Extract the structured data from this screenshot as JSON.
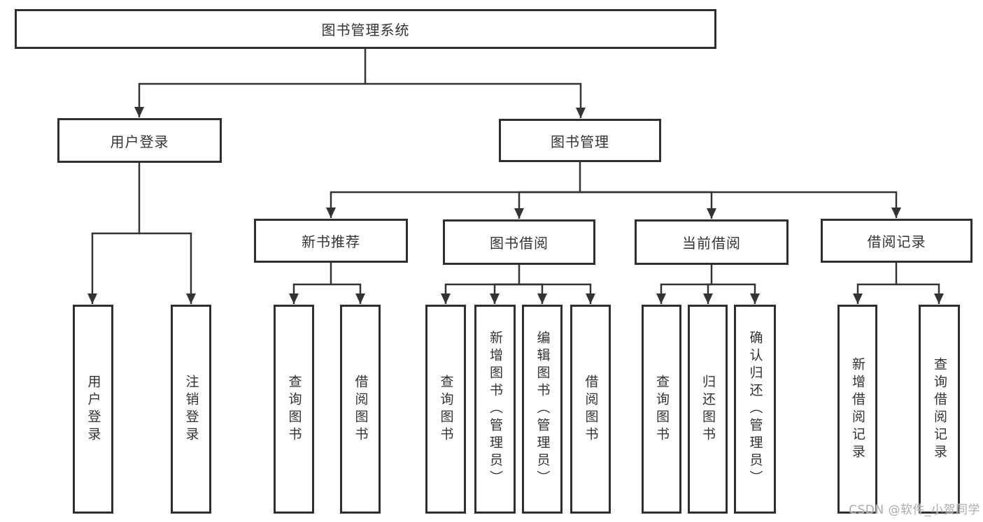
{
  "tree": {
    "root": {
      "label": "图书管理系统"
    },
    "user_login": {
      "label": "用户登录",
      "children": [
        "用户登录",
        "注销登录"
      ]
    },
    "book_mgmt": {
      "label": "图书管理",
      "new_books": {
        "label": "新书推荐",
        "children": [
          "查询图书",
          "借阅图书"
        ]
      },
      "borrowing": {
        "label": "图书借阅",
        "children": [
          "查询图书",
          "新增图书（管理员）",
          "编辑图书（管理员）",
          "借阅图书"
        ]
      },
      "current": {
        "label": "当前借阅",
        "children": [
          "查询图书",
          "归还图书",
          "确认归还（管理员）"
        ]
      },
      "records": {
        "label": "借阅记录",
        "children": [
          "新增借阅记录",
          "查询借阅记录"
        ]
      }
    }
  },
  "watermark": "CSDN @软件_小贺同学",
  "colors": {
    "line": "#333333",
    "box_border": "#2f2f2f",
    "text": "#333333",
    "watermark_text": "#ababab",
    "background": "#ffffff"
  }
}
